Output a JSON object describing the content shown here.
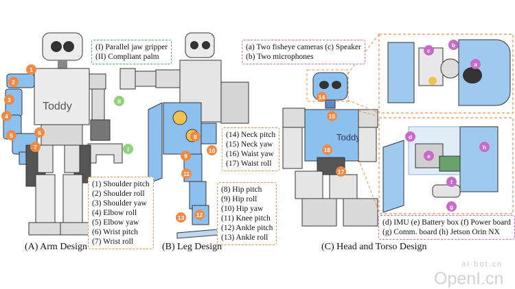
{
  "gripper_box": {
    "lines": [
      "(I)  Parallel jaw gripper",
      "(II) Compliant palm"
    ],
    "color": "#4caf50"
  },
  "head_box": {
    "lines": [
      "(a) Two fisheye cameras (c) Speaker",
      "(b) Two microphones"
    ],
    "color": "#c86ac9"
  },
  "arm_joints_box": {
    "lines": [
      "(1) Shoulder pitch",
      "(2) Shoulder roll",
      "(3) Shoulder yaw",
      "(4) Elbow roll",
      "(5) Elbow yaw",
      "(6) Wrist pitch",
      "(7) Wrist roll"
    ],
    "color": "#ee8a46"
  },
  "neck_waist_box": {
    "lines": [
      "(14) Neck pitch",
      "(15) Neck yaw",
      "(16) Waist yaw",
      "(17) Waist roll"
    ],
    "color": "#ee8a46"
  },
  "leg_joints_box": {
    "lines": [
      "(8)  Hip pitch",
      "(9)  Hip roll",
      "(10) Hip yaw",
      "(11) Knee pitch",
      "(12) Ankle pitch",
      "(13) Ankle roll"
    ],
    "color": "#ee8a46"
  },
  "torso_box": {
    "lines": [
      "(d) IMU (e) Battery box (f) Power board",
      "(g) Comm. board (h) Jetson Orin NX"
    ],
    "color": "#c86ac9"
  },
  "captions": {
    "arm": "(A) Arm Design",
    "leg": "(B) Leg Design",
    "head": "(C) Head and Torso Design"
  },
  "robot_label": "Toddy",
  "badges": {
    "arm": [
      "1",
      "2",
      "3",
      "4",
      "5",
      "6",
      "7"
    ],
    "gripper": [
      "II",
      "I"
    ],
    "leg": [
      "8",
      "9",
      "10",
      "11",
      "12",
      "13"
    ],
    "torso": [
      "14",
      "15",
      "16",
      "17"
    ],
    "head_parts": [
      "c",
      "b",
      "a"
    ],
    "torso_parts": [
      "d",
      "e",
      "h",
      "f",
      "g"
    ]
  },
  "watermark": {
    "small": "ai-bot.cn",
    "big": "OpenI.cn"
  }
}
